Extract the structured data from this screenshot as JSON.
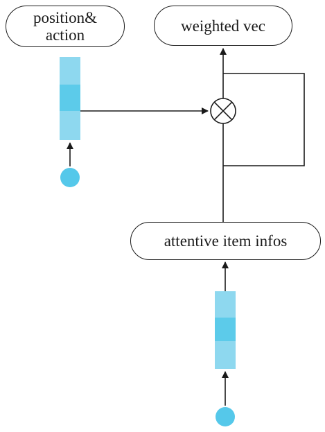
{
  "nodes": {
    "position_action": {
      "line1": "position&",
      "line2": "action"
    },
    "weighted_vec": {
      "label": "weighted vec"
    },
    "attentive_item_infos": {
      "label": "attentive item infos"
    }
  },
  "colors": {
    "vector_light": "#8ed8ef",
    "vector_mid": "#5ccbea",
    "input_dot": "#55c8ea",
    "stroke": "#1a1a1a"
  },
  "icons": {
    "multiply_operator": "circle-times-icon",
    "input_dot": "filled-circle-icon"
  }
}
